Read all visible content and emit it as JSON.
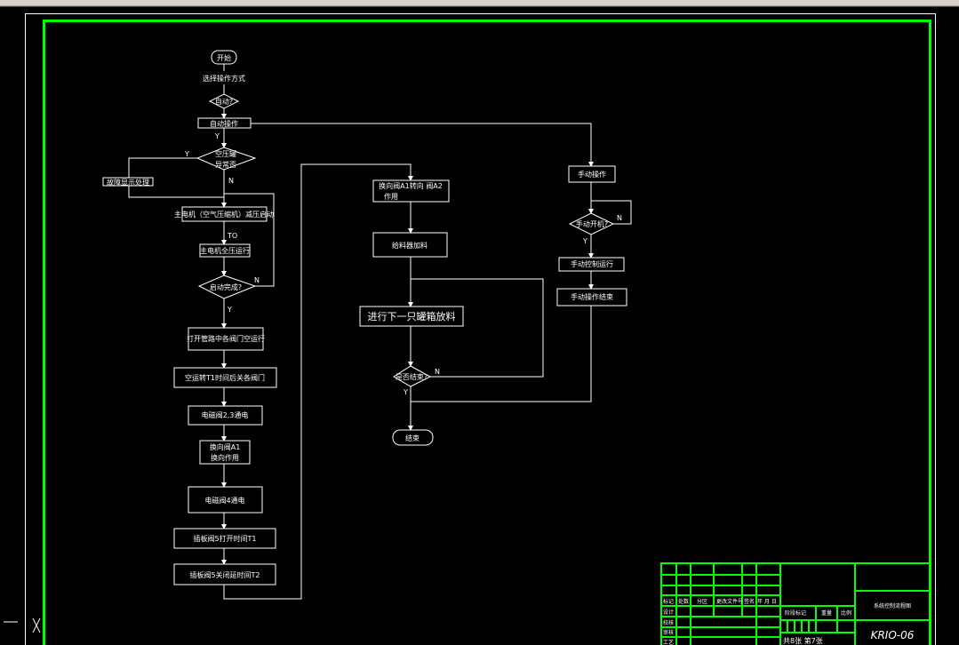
{
  "colors": {
    "background": "#000000",
    "frame": "#00ff00",
    "lines": "#ffffff",
    "text": "#ffffff"
  },
  "flow": {
    "start": "开始",
    "select_mode": "选择操作方式",
    "auto_q": "自动?",
    "auto_op": "自动操作",
    "yes": "Y",
    "no": "N",
    "fault_q_1": "空压罐",
    "fault_q_2": "异常否",
    "fault_handle": "故障显示处理",
    "compressor_start": "主电机（空气压缩机）减压启动",
    "t0": "TO",
    "full_run": "主电机全压运行",
    "started_q": "启动完成?",
    "open_valve": "打开管路中各阀门空运行",
    "delay_close": "空运转T1时间后关各阀门",
    "valve_23": "电磁阀2,3通电",
    "switch_a1_1": "换向阀A1",
    "switch_a1_2": "换向作用",
    "valve_4": "电磁阀4通电",
    "valve_5_open": "插板阀5打开时间T1",
    "valve_5_close": "插板阀5关闭延时间T2",
    "switch_a1a2_1": "换向阀A1转向  阀A2",
    "switch_a1a2_2": "作用",
    "feeder": "给料器加料",
    "next_tank": "进行下一只罐箱放料",
    "done_q": "是否结束?",
    "end": "结束",
    "manual_op": "手动操作",
    "manual_q": "手动开机?",
    "manual_run": "手动控制运行",
    "manual_end": "手动操作结束"
  },
  "title_block": {
    "drawing_title": "系统控制流程图",
    "drawing_no": "KRIO-06",
    "sheets": "共8张  第7张",
    "c_mark": "标记",
    "c_count": "处数",
    "c_zone": "分区",
    "c_doc": "更改文件号",
    "c_sign": "签名",
    "c_date": "年 月 日",
    "r_design": "设计",
    "r_check": "校核",
    "r_audit": "审核",
    "r_process": "工艺",
    "stage": "阶段标记",
    "weight": "重量",
    "scale": "比例"
  }
}
